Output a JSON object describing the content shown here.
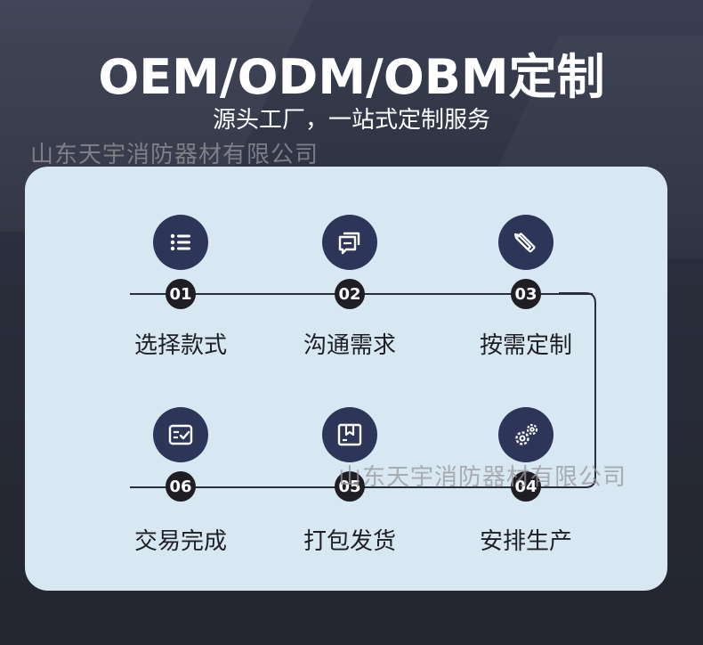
{
  "header": {
    "title": "OEM/ODM/OBM定制",
    "subtitle": "源头工厂，一站式定制服务"
  },
  "watermark": "山东天宇消防器材有限公司",
  "steps": [
    {
      "number": "01",
      "label": "选择款式",
      "icon": "list-icon"
    },
    {
      "number": "02",
      "label": "沟通需求",
      "icon": "chat-icon"
    },
    {
      "number": "03",
      "label": "按需定制",
      "icon": "pencil-ruler-icon"
    },
    {
      "number": "04",
      "label": "安排生产",
      "icon": "gears-icon"
    },
    {
      "number": "05",
      "label": "打包发货",
      "icon": "package-icon"
    },
    {
      "number": "06",
      "label": "交易完成",
      "icon": "checked-card-icon"
    }
  ],
  "colors": {
    "background": "#2a2e3c",
    "card": "#d8e8f2",
    "icon_circle": "#2d3558",
    "number_badge": "#1e1e24"
  }
}
